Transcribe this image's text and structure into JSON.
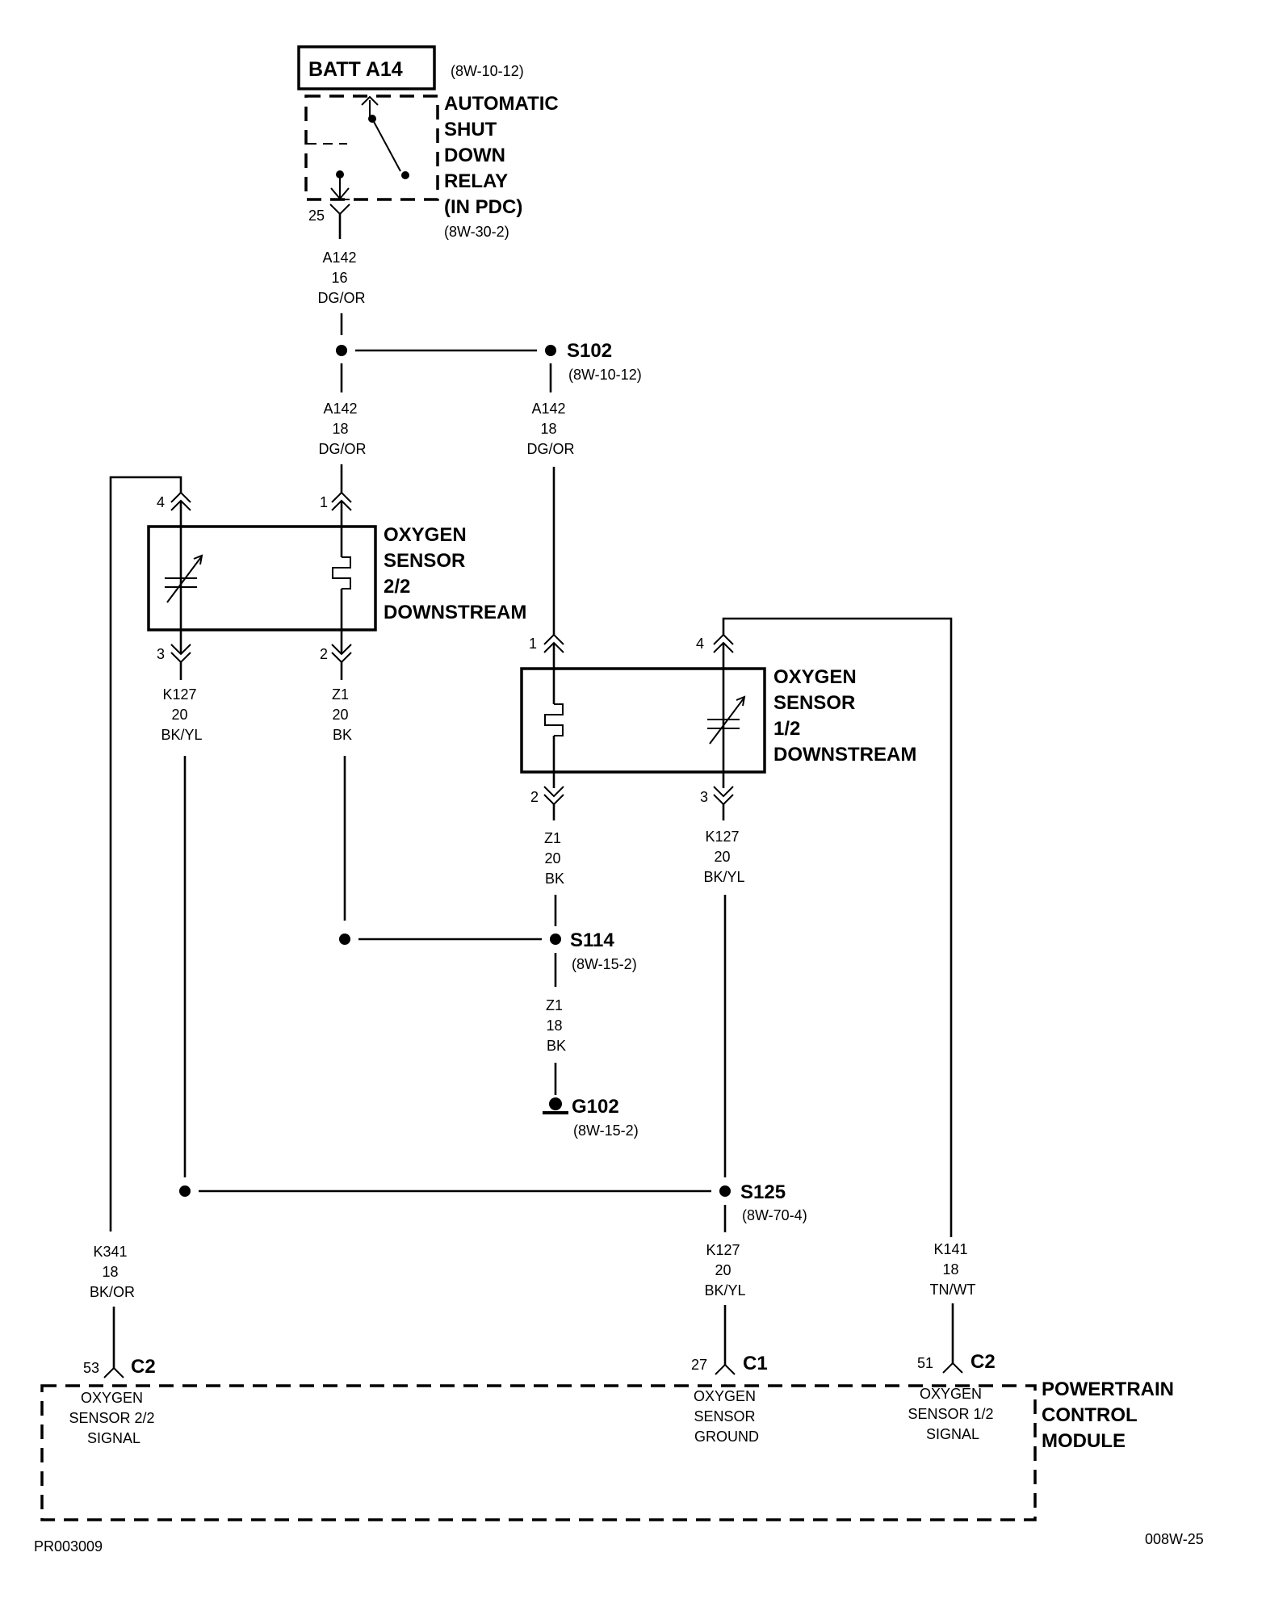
{
  "battery": {
    "label": "BATT A14",
    "ref": "(8W-10-12)"
  },
  "relay": {
    "lines": [
      "AUTOMATIC",
      "SHUT",
      "DOWN",
      "RELAY",
      "(IN PDC)"
    ],
    "ref": "(8W-30-2)",
    "pin": "25"
  },
  "wire_a142_16": {
    "circuit": "A142",
    "gauge": "16",
    "color": "DG/OR"
  },
  "s102": {
    "label": "S102",
    "ref": "(8W-10-12)"
  },
  "wire_a142_left": {
    "circuit": "A142",
    "gauge": "18",
    "color": "DG/OR"
  },
  "wire_a142_right": {
    "circuit": "A142",
    "gauge": "18",
    "color": "DG/OR"
  },
  "sensor_22": {
    "lines": [
      "OXYGEN",
      "SENSOR",
      "2/2",
      "DOWNSTREAM"
    ],
    "pin_top_left": "4",
    "pin_top_right": "1",
    "pin_bottom_left": "3",
    "pin_bottom_right": "2"
  },
  "sensor_12": {
    "lines": [
      "OXYGEN",
      "SENSOR",
      "1/2",
      "DOWNSTREAM"
    ],
    "pin_top_left": "1",
    "pin_top_right": "4",
    "pin_bottom_left": "2",
    "pin_bottom_right": "3"
  },
  "wire_k127_left": {
    "circuit": "K127",
    "gauge": "20",
    "color": "BK/YL"
  },
  "wire_z1_left": {
    "circuit": "Z1",
    "gauge": "20",
    "color": "BK"
  },
  "wire_z1_mid": {
    "circuit": "Z1",
    "gauge": "20",
    "color": "BK"
  },
  "wire_k127_mid": {
    "circuit": "K127",
    "gauge": "20",
    "color": "BK/YL"
  },
  "s114": {
    "label": "S114",
    "ref": "(8W-15-2)"
  },
  "wire_z1_18": {
    "circuit": "Z1",
    "gauge": "18",
    "color": "BK"
  },
  "g102": {
    "label": "G102",
    "ref": "(8W-15-2)"
  },
  "s125": {
    "label": "S125",
    "ref": "(8W-70-4)"
  },
  "wire_k341": {
    "circuit": "K341",
    "gauge": "18",
    "color": "BK/OR"
  },
  "wire_k127_bottom": {
    "circuit": "K127",
    "gauge": "20",
    "color": "BK/YL"
  },
  "wire_k141": {
    "circuit": "K141",
    "gauge": "18",
    "color": "TN/WT"
  },
  "pcm": {
    "lines": [
      "POWERTRAIN",
      "CONTROL",
      "MODULE"
    ],
    "pin_a": {
      "num": "53",
      "conn": "C2",
      "lines": [
        "OXYGEN",
        "SENSOR 2/2",
        "SIGNAL"
      ]
    },
    "pin_b": {
      "num": "27",
      "conn": "C1",
      "lines": [
        "OXYGEN",
        "SENSOR",
        "GROUND"
      ]
    },
    "pin_c": {
      "num": "51",
      "conn": "C2",
      "lines": [
        "OXYGEN",
        "SENSOR 1/2",
        "SIGNAL"
      ]
    }
  },
  "footer": {
    "left": "PR003009",
    "right": "008W-25"
  }
}
